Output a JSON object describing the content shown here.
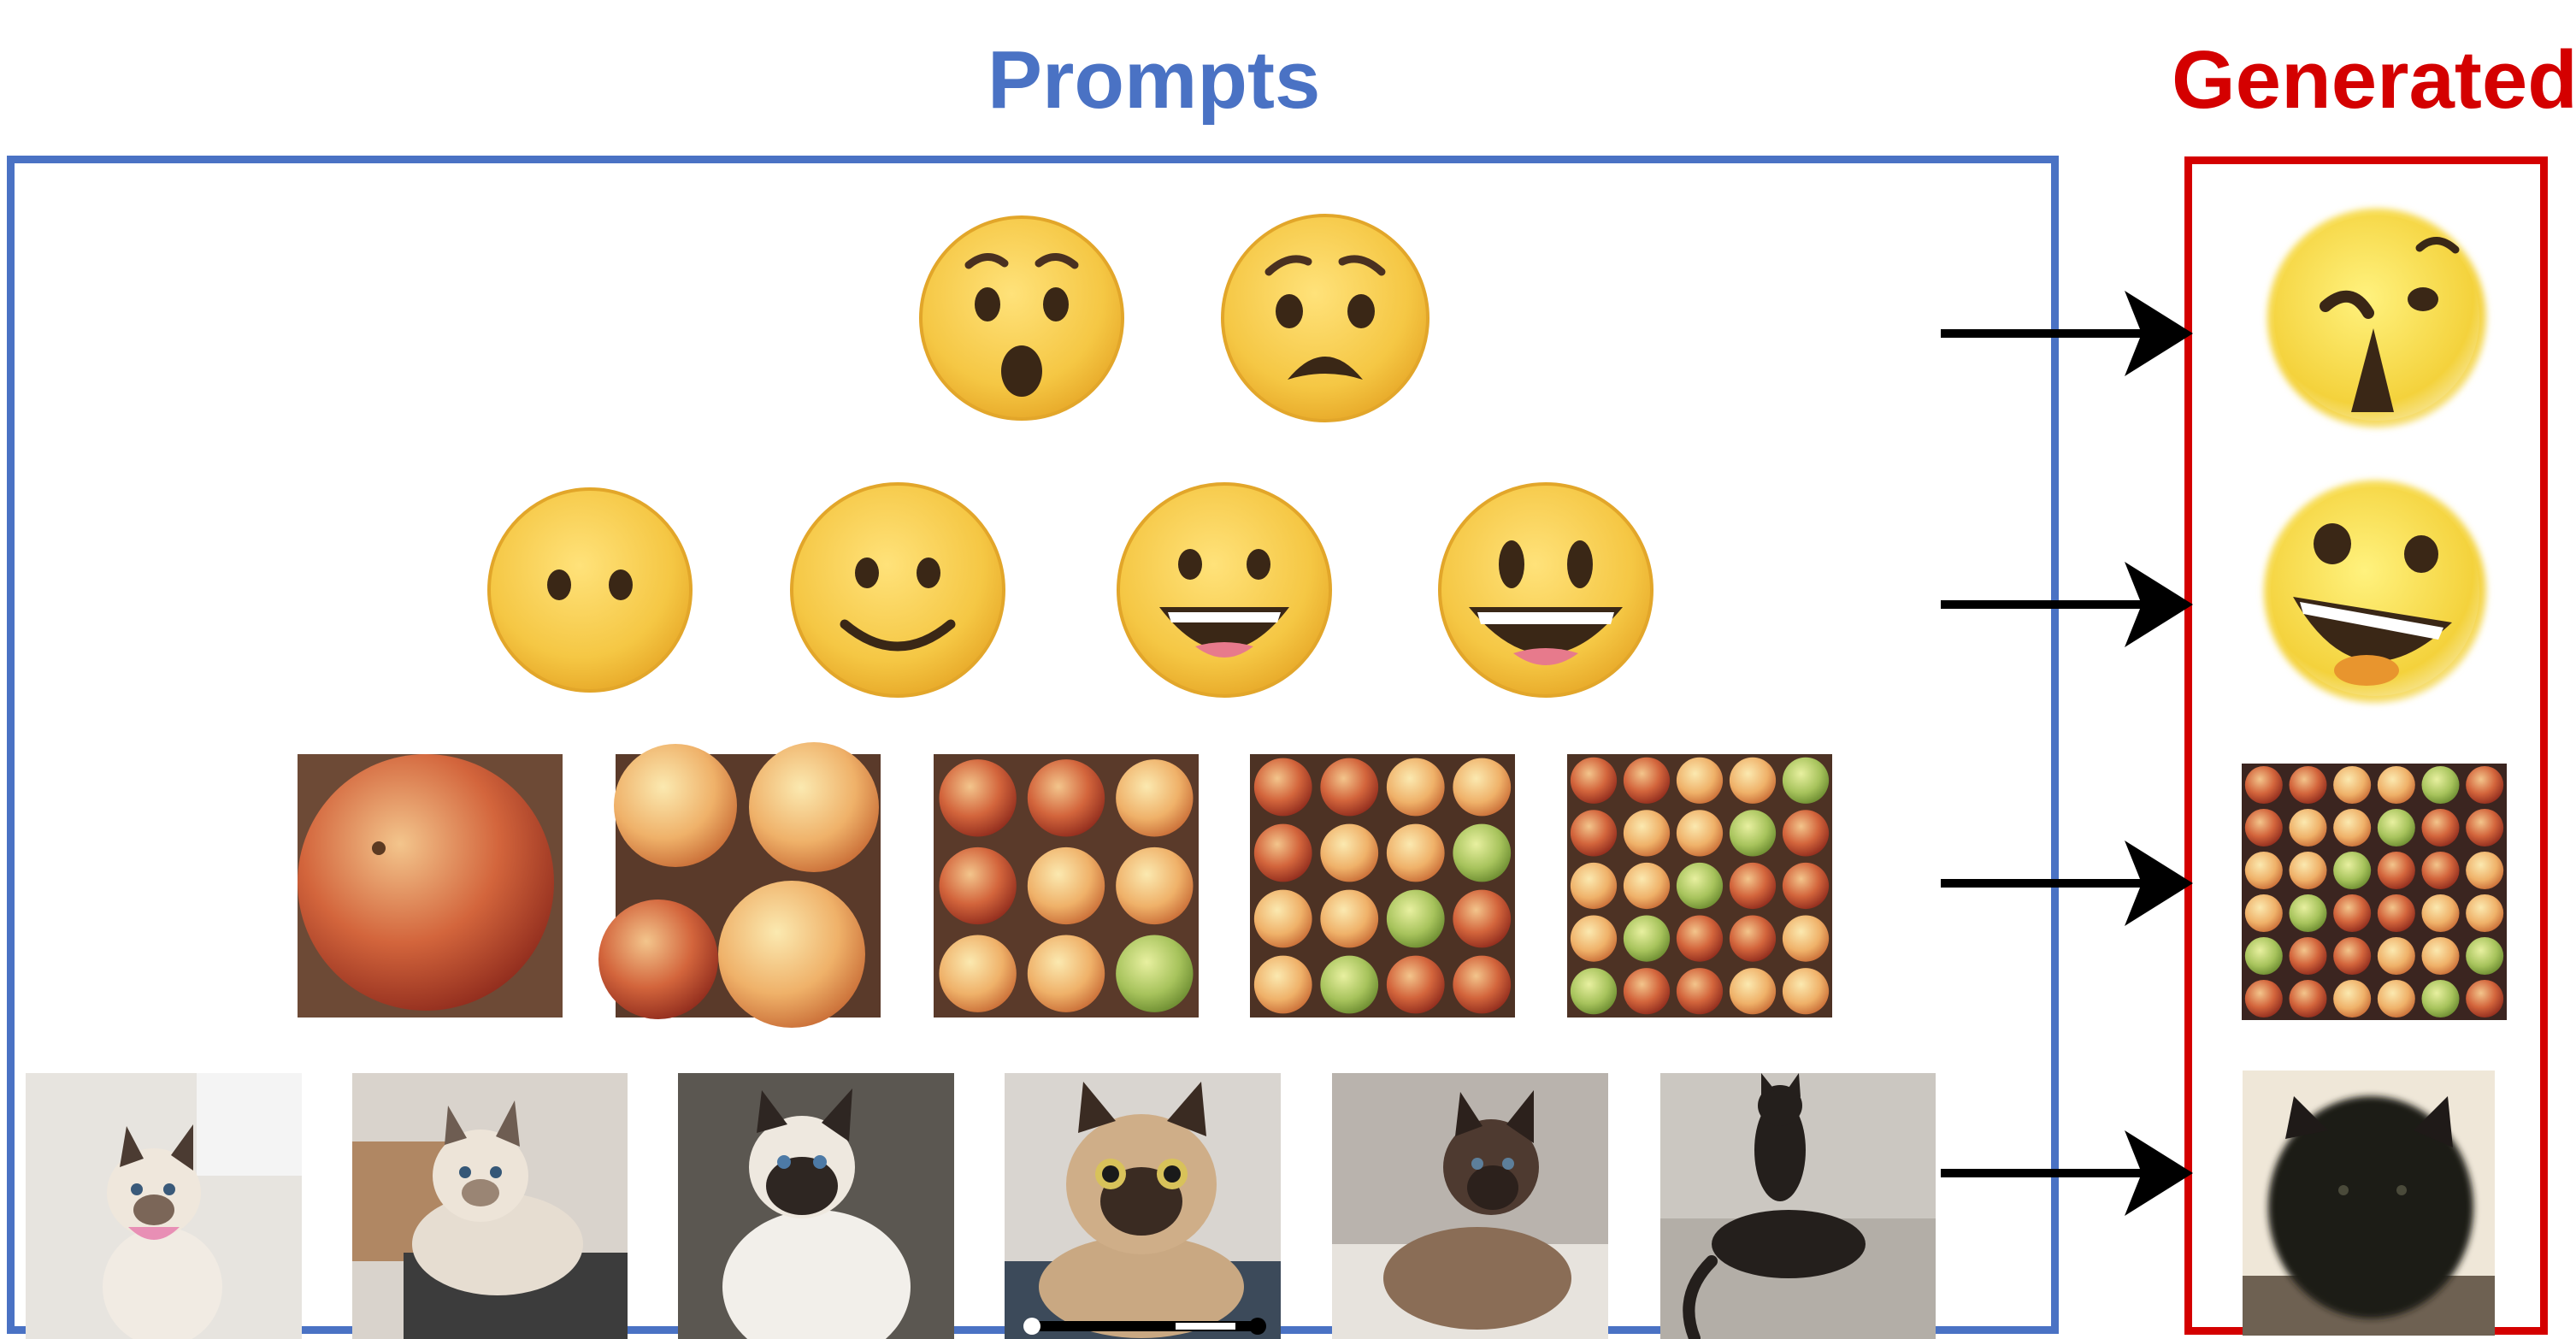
{
  "titles": {
    "prompts": "Prompts",
    "generated": "Generated"
  },
  "colors": {
    "prompts": "#4a72c4",
    "generated": "#d40000",
    "arrow": "#000000",
    "emoji_face": "#f2c94c",
    "emoji_outline": "#e0a526"
  },
  "rows": [
    {
      "kind": "emoji",
      "prompt_items": [
        {
          "icon": "surprised-face-icon",
          "expression": "open-mouth-surprised"
        },
        {
          "icon": "worried-face-icon",
          "expression": "frowning-open-mouth"
        }
      ],
      "generated": {
        "icon": "distorted-face-icon",
        "expression": "distorted-wink-triangle-mouth"
      }
    },
    {
      "kind": "emoji",
      "prompt_items": [
        {
          "icon": "neutral-face-icon",
          "expression": "no-mouth"
        },
        {
          "icon": "slightly-smiling-face-icon",
          "expression": "smile"
        },
        {
          "icon": "grinning-face-icon",
          "expression": "grin"
        },
        {
          "icon": "big-grin-face-icon",
          "expression": "big-grin"
        }
      ],
      "generated": {
        "icon": "blurry-laughing-face-icon",
        "expression": "tilted-grin"
      }
    },
    {
      "kind": "apples",
      "prompt_items": [
        {
          "icon": "apple-photo-icon",
          "count": 1
        },
        {
          "icon": "apple-photo-icon",
          "count": 4
        },
        {
          "icon": "apple-photo-icon",
          "count": 9
        },
        {
          "icon": "apple-photo-icon",
          "count": 16
        },
        {
          "icon": "apple-photo-icon",
          "count": 25
        }
      ],
      "generated": {
        "icon": "apple-photo-icon",
        "count": 36
      }
    },
    {
      "kind": "cats",
      "prompt_items": [
        {
          "icon": "siamese-kitten-photo-icon"
        },
        {
          "icon": "siamese-kitten-lying-photo-icon"
        },
        {
          "icon": "siamese-cat-sitting-photo-icon"
        },
        {
          "icon": "siamese-cat-closeup-photo-icon"
        },
        {
          "icon": "dark-siamese-cat-lying-photo-icon"
        },
        {
          "icon": "black-cat-lying-photo-icon"
        }
      ],
      "generated": {
        "icon": "blurry-black-cat-photo-icon"
      }
    }
  ]
}
